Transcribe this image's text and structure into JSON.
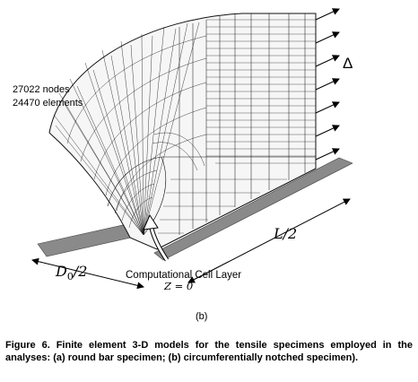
{
  "figure": {
    "nodes_label": "27022 nodes",
    "elements_label": "24470 elements",
    "delta_label": "Δ",
    "length_label": "L/2",
    "diameter_label": "D",
    "diameter_sub": "0",
    "diameter_suffix": "/2",
    "cell_layer_label": "Computational Cell Layer",
    "z_label": "Z = 0",
    "panel_label": "(b)"
  },
  "caption": "Figure 6. Finite element 3-D models for the tensile specimens employed in the analyses: (a) round bar specimen; (b) circumferentially notched specimen)."
}
